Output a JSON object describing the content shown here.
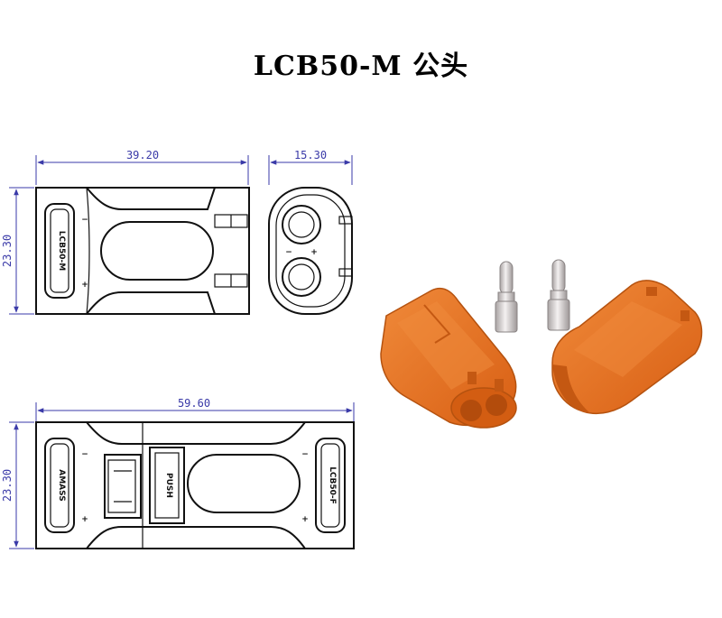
{
  "title": "LCB50-M 公头",
  "dimensions": {
    "top_width": "39.20",
    "side_width": "15.30",
    "height_top": "23.30",
    "bottom_width": "59.60",
    "height_bottom": "23.30"
  },
  "markings": {
    "top_view_left": "LCB50-M",
    "bottom_view_left": "AMASS",
    "bottom_view_center": "PUSH",
    "bottom_view_right": "LCB50-F"
  },
  "colors": {
    "dimension": "#3a3aa8",
    "connector_body": "#e8701f",
    "connector_shade": "#c45812",
    "pin_metal": "#d9d4d4"
  }
}
